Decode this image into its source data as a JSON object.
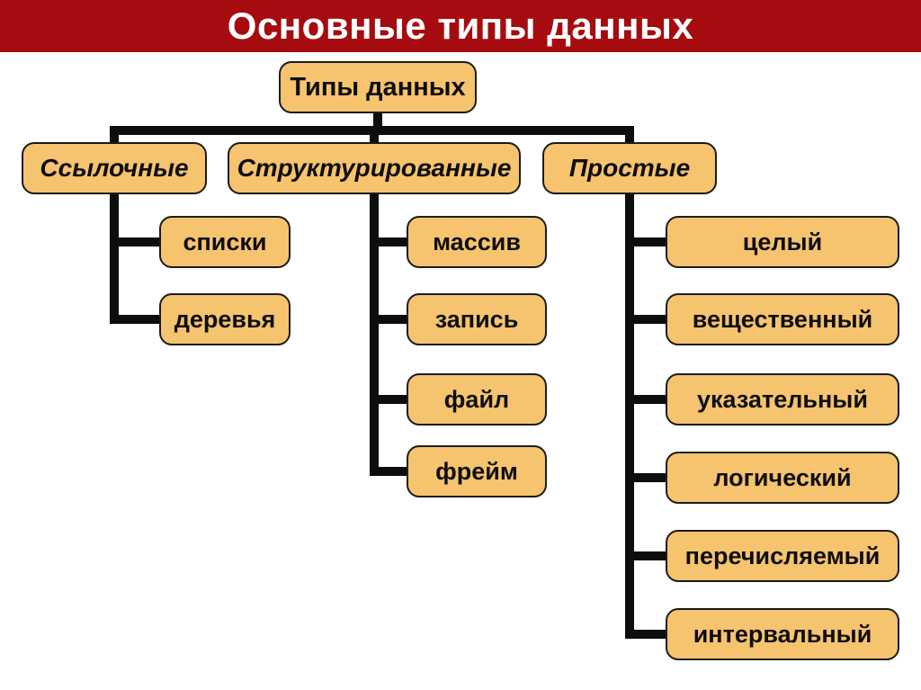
{
  "title": "Основные типы данных",
  "colors": {
    "banner_bg": "#A60C0F",
    "banner_text": "#FFFFFF",
    "node_fill": "#F6C36E",
    "node_border": "#1B1B1B",
    "connector": "#0D0D0D",
    "page_bg": "#FFFFFF"
  },
  "root": {
    "label": "Типы данных"
  },
  "branches": [
    {
      "label": "Ссылочные",
      "children": [
        "списки",
        "деревья"
      ]
    },
    {
      "label": "Структурированные",
      "children": [
        "массив",
        "запись",
        "файл",
        "фрейм"
      ]
    },
    {
      "label": "Простые",
      "children": [
        "целый",
        "вещественный",
        "указательный",
        "логический",
        "перечисляемый",
        "интервальный"
      ]
    }
  ]
}
